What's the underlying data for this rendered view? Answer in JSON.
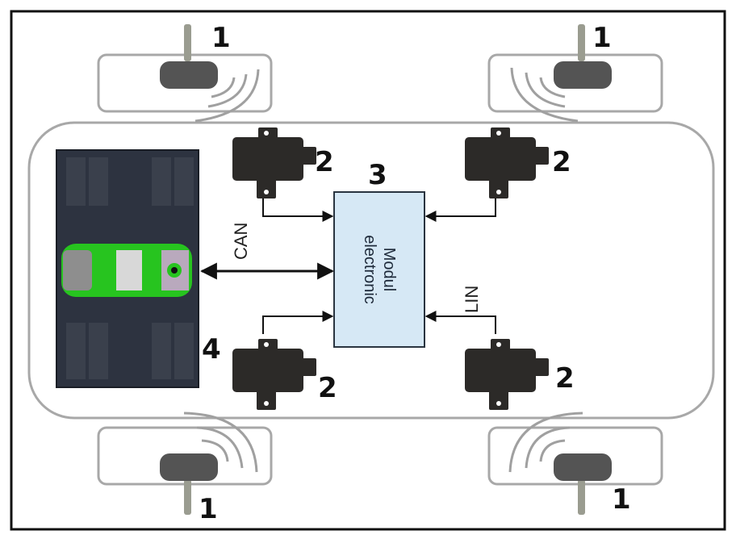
{
  "diagram": {
    "title": "",
    "colors": {
      "frame": "#111111",
      "outline": "#a8a8a8",
      "module_fill": "#d6e8f5",
      "module_stroke": "#2a3440",
      "sensor": "#545454",
      "antenna": "#2c2a28",
      "display_bg": "#2d3340",
      "car_green": "#27c41f",
      "arrow": "#111111"
    },
    "module": {
      "number": "3",
      "line1": "Modul",
      "line2": "electronic"
    },
    "buses": {
      "can": "CAN",
      "lin": "LIN"
    },
    "display": {
      "number": "4",
      "name": "display-unit"
    },
    "wheel_sensors": [
      {
        "position": "front-left",
        "number": "1"
      },
      {
        "position": "front-right",
        "number": "1"
      },
      {
        "position": "rear-left",
        "number": "1"
      },
      {
        "position": "rear-right",
        "number": "1"
      }
    ],
    "antennas": [
      {
        "position": "front-left",
        "number": "2"
      },
      {
        "position": "front-right",
        "number": "2"
      },
      {
        "position": "rear-left",
        "number": "2"
      },
      {
        "position": "rear-right",
        "number": "2"
      }
    ]
  }
}
